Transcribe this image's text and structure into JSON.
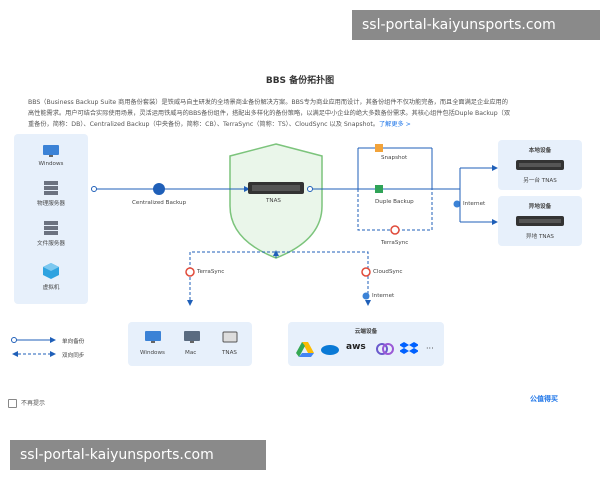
{
  "watermark": {
    "top": "ssl-portal-kaiyunsports.com",
    "bottom": "ssl-portal-kaiyunsports.com"
  },
  "dialog": {
    "title": "BBS 备份拓扑图",
    "description_line1": "BBS（Business Backup Suite 商用备份套装）是铁威马自主研发的全场景商业备份解决方案。BBS专为商业应用而设计，其备份组件不仅功能完备，而且全面满足企业应用的",
    "description_line2": "高性能需求。用户可结合实际使用场景，灵活运用铁威马的BBS备份组件，搭配出多样化的备份策略，以满足中小企业的绝大多数备份需求。其核心组件包括Duple Backup（双",
    "description_line3": "重备份，简称：DB）、Centralized Backup（中央备份，简称：CB）、TerraSync（简称：TS）、CloudSync 以及 Snapshot。",
    "learn_more": "了解更多 >"
  },
  "left_devices": [
    "Windows",
    "物理服务器",
    "文件服务器",
    "虚拟机"
  ],
  "diagram": {
    "centralized_backup": "Centralized Backup",
    "tnas_center": "TNAS",
    "snapshot": "Snapshot",
    "duple_backup": "Duple Backup",
    "terrasync_right": "TerraSync",
    "internet_right": "Internet",
    "terrasync_bottom": "TerraSync",
    "cloudsync": "CloudSync",
    "internet_bottom": "Internet"
  },
  "right_targets": [
    {
      "header": "本地设备",
      "label": "另一台 TNAS"
    },
    {
      "header": "异地设备",
      "label": "异地 TNAS"
    }
  ],
  "sync_clients": [
    "Windows",
    "Mac",
    "TNAS"
  ],
  "cloud": {
    "header": "云端设备",
    "providers": [
      "google-drive-icon",
      "onedrive-icon",
      "aws",
      "pcloud-icon",
      "dropbox-icon",
      "more-icon"
    ],
    "aws_label": "aws",
    "more_label": "···"
  },
  "legend": {
    "one_way": "单向备份",
    "two_way": "双向同步"
  },
  "footer": {
    "dont_remind": "不再提示",
    "brand": "公值得买"
  },
  "colors": {
    "primary": "#1a73e8",
    "panel": "#e7f0fb",
    "shield": "#eaf6ea",
    "shield_stroke": "#7cc47c",
    "line": "#1f5fb8"
  }
}
